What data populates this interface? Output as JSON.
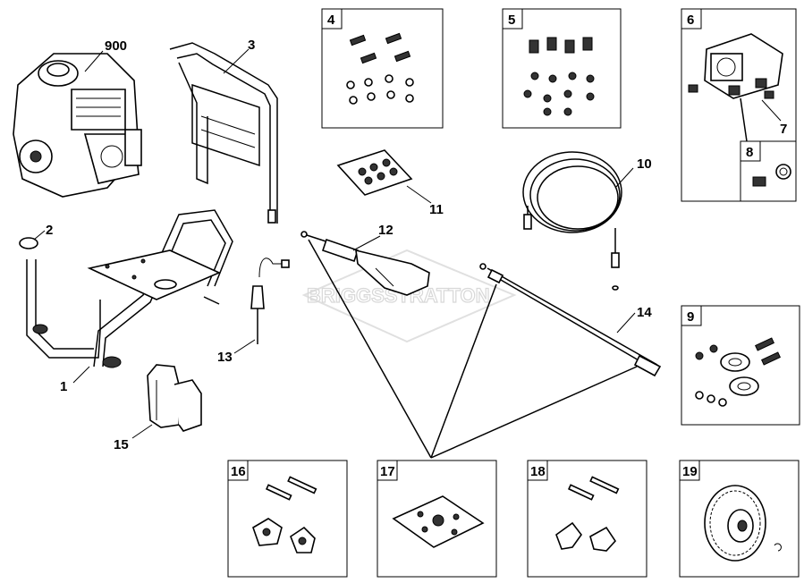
{
  "watermark": "BRIGGSSTRATTON",
  "callouts": {
    "c900": "900",
    "c1": "1",
    "c2": "2",
    "c3": "3",
    "c7": "7",
    "c10": "10",
    "c11": "11",
    "c12": "12",
    "c13": "13",
    "c14": "14",
    "c15": "15"
  },
  "boxes": {
    "b4": "4",
    "b5": "5",
    "b6": "6",
    "b8": "8",
    "b9": "9",
    "b16": "16",
    "b17": "17",
    "b18": "18",
    "b19": "19"
  }
}
